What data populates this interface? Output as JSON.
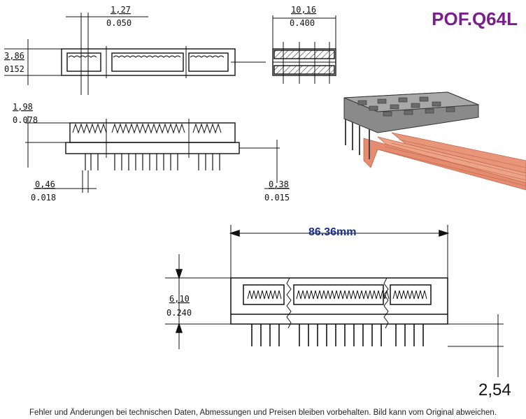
{
  "product_code": "POF.Q64L",
  "colors": {
    "title": "#7a1f8a",
    "length_label": "#1b2f8c",
    "cable": "#e8957a"
  },
  "dimensions": {
    "pitch": {
      "mm": "1,27",
      "inch": "0.050"
    },
    "width": {
      "mm": "10,16",
      "inch": "0.400"
    },
    "depth": {
      "mm": "3,86",
      "inch": "0152"
    },
    "body_height": {
      "mm": "1,98",
      "inch": "0.078"
    },
    "pin_width": {
      "mm": "0,46",
      "inch": "0.018"
    },
    "pin_offset": {
      "mm": "0,38",
      "inch": "0.015"
    },
    "total_height": {
      "mm": "6,10",
      "inch": "0.240"
    },
    "length": "86.36mm",
    "row_pitch": "2,54"
  },
  "footer_text": "Fehler und Änderungen bei technischen Daten, Abmessungen und Preisen bleiben vorbehalten. Bild kann vom Original abweichen."
}
